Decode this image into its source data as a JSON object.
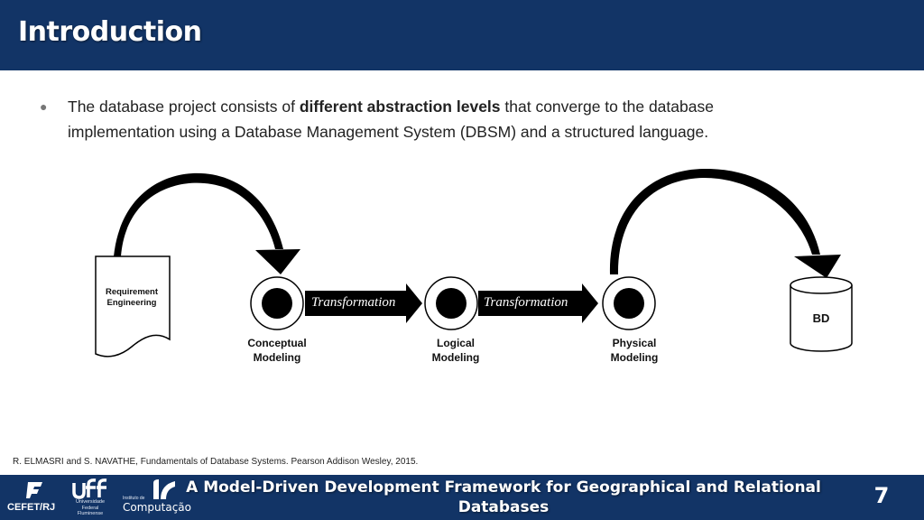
{
  "header": {
    "title": "Introduction"
  },
  "content": {
    "bullet_before": "The database project consists of ",
    "bullet_bold": "different abstraction levels",
    "bullet_after": " that converge to the database implementation using a Database Management System (DBSM) and a structured language."
  },
  "diagram": {
    "requirement_label": "Requirement Engineering",
    "transformation_1": "Transformation",
    "transformation_2": "Transformation",
    "conceptual": "Conceptual Modeling",
    "logical": "Logical Modeling",
    "physical": "Physical Modeling",
    "database": "BD"
  },
  "reference": "R. ELMASRI and S. NAVATHE, Fundamentals of Database Systems. Pearson Addison Wesley, 2015.",
  "footer": {
    "title": "A Model-Driven Development Framework for Geographical and Relational Databases",
    "page": "7",
    "cefet": "CEFET/RJ",
    "uff_sub": "Universidade Federal Fluminense",
    "ic_small": "Instituto de",
    "ic_name": "Computação"
  },
  "colors": {
    "header_bg": "#123466",
    "footer_bg": "#123466",
    "diagram_stroke": "#000000"
  },
  "icons": [
    "cefet-logo-icon",
    "uff-logo-icon",
    "ic-logo-icon",
    "bullet-dot-icon"
  ]
}
